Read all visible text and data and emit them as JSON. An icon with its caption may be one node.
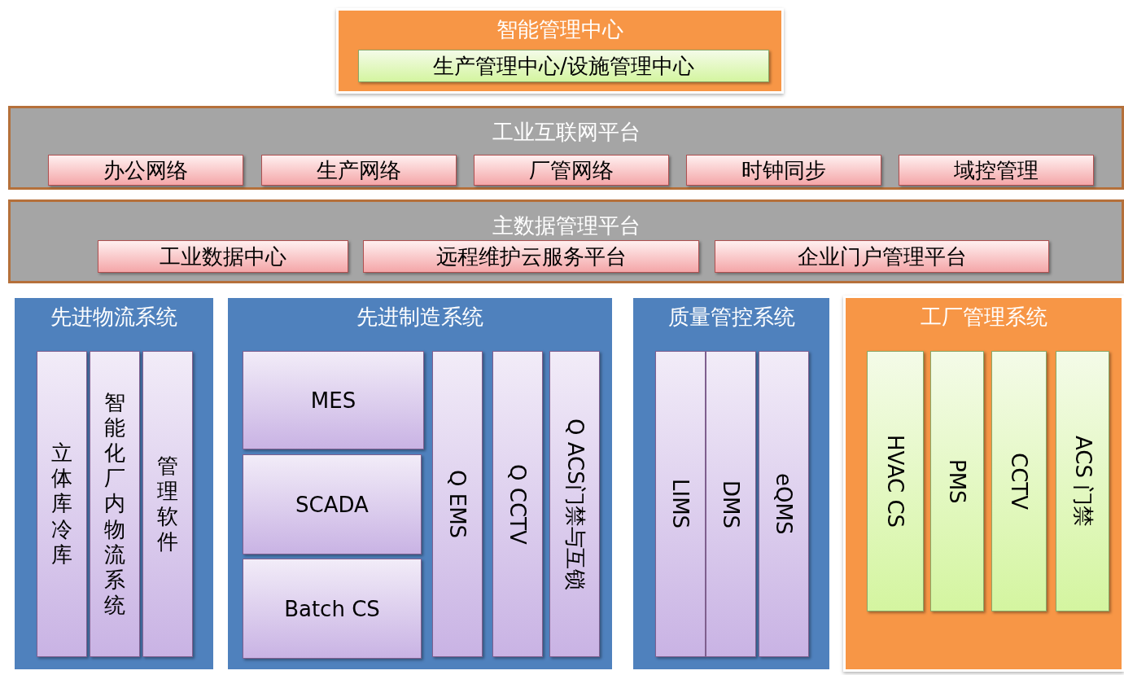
{
  "diagram": {
    "nodes": [
      {
        "text": [
          "智能管理中心"
        ]
      },
      {
        "text": [
          "生产管理中心/设施管理中心"
        ],
        "in": 0
      },
      {
        "text": [
          "工业互联网平台"
        ]
      },
      {
        "text": [
          "办公网络"
        ],
        "in": 2
      },
      {
        "text": [
          "生产网络"
        ],
        "in": 2
      },
      {
        "text": [
          "厂管网络"
        ],
        "in": 2
      },
      {
        "text": [
          "时钟同步"
        ],
        "in": 2
      },
      {
        "text": [
          "域控管理"
        ],
        "in": 2
      },
      {
        "text": [
          "主数据管理平台"
        ]
      },
      {
        "text": [
          "工业数据中心"
        ],
        "in": 8
      },
      {
        "text": [
          "远程维护云服务平台"
        ],
        "in": 8
      },
      {
        "text": [
          "企业门户管理平台"
        ],
        "in": 8
      },
      {
        "text": [
          "先进物流系统"
        ]
      },
      {
        "text": [
          "立体库冷库"
        ],
        "in": 12
      },
      {
        "text": [
          "智能化厂内物流系统"
        ],
        "in": 12
      },
      {
        "text": [
          "管理软件"
        ],
        "in": 12
      },
      {
        "text": [
          "先进制造系统"
        ]
      },
      {
        "text": [
          "MES"
        ],
        "in": 16
      },
      {
        "text": [
          "SCADA"
        ],
        "in": 16
      },
      {
        "text": [
          "Batch CS"
        ],
        "in": 16
      },
      {
        "text": [
          "Q EMS"
        ],
        "in": 16
      },
      {
        "text": [
          "Q CCTV"
        ],
        "in": 16
      },
      {
        "text": [
          "Q ACS门禁与互锁"
        ],
        "in": 16
      },
      {
        "text": [
          "质量管控系统"
        ]
      },
      {
        "text": [
          "LIMS"
        ],
        "in": 23
      },
      {
        "text": [
          "DMS"
        ],
        "in": 23
      },
      {
        "text": [
          "eQMS"
        ],
        "in": 23
      },
      {
        "text": [
          "工厂管理系统"
        ]
      },
      {
        "text": [
          "HVAC CS"
        ],
        "in": 27
      },
      {
        "text": [
          "PMS"
        ],
        "in": 27
      },
      {
        "text": [
          "CCTV"
        ],
        "in": 27
      },
      {
        "text": [
          "ACS 门禁"
        ],
        "in": 27
      }
    ]
  }
}
